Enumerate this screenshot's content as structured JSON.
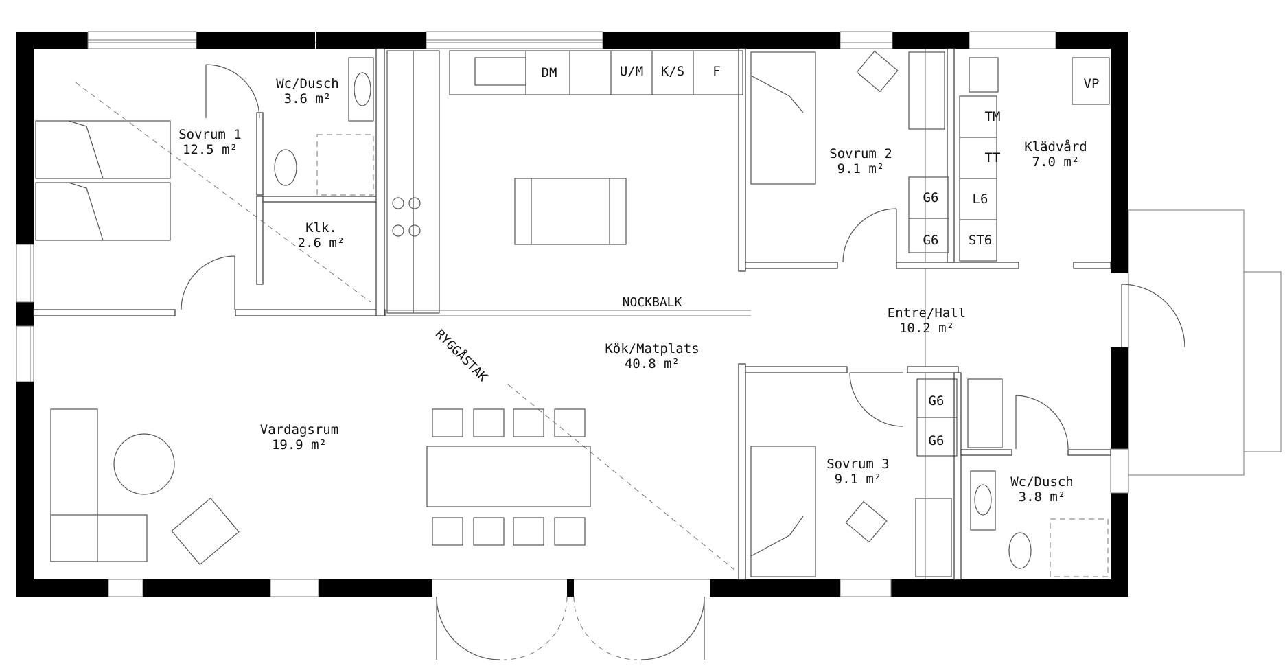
{
  "rooms": {
    "sovrum1": {
      "name": "Sovrum 1",
      "area": "12.5 m²"
    },
    "wc1": {
      "name": "Wc/Dusch",
      "area": "3.6 m²"
    },
    "klk": {
      "name": "Klk.",
      "area": "2.6 m²"
    },
    "sovrum2": {
      "name": "Sovrum 2",
      "area": "9.1 m²"
    },
    "kladvard": {
      "name": "Klädvård",
      "area": "7.0 m²"
    },
    "entre": {
      "name": "Entre/Hall",
      "area": "10.2 m²"
    },
    "kok": {
      "name": "Kök/Matplats",
      "area": "40.8 m²"
    },
    "vardagsrum": {
      "name": "Vardagsrum",
      "area": "19.9 m²"
    },
    "sovrum3": {
      "name": "Sovrum 3",
      "area": "9.1 m²"
    },
    "wc2": {
      "name": "Wc/Dusch",
      "area": "3.8 m²"
    }
  },
  "appliances": {
    "dm": "DM",
    "um": "U/M",
    "ks": "K/S",
    "f": "F",
    "vp": "VP",
    "tm": "TM",
    "tt": "TT",
    "l6": "L6",
    "st6": "ST6",
    "g6": "G6"
  },
  "notes": {
    "nockbalk": "NOCKBALK",
    "ryggastak": "RYGGÅSTAK"
  }
}
